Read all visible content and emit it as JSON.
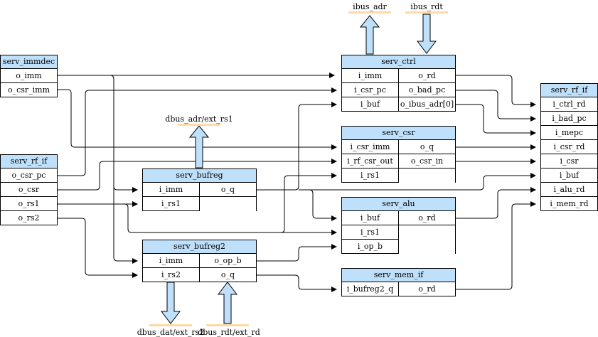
{
  "modules": {
    "serv_immdec": {
      "title": "serv_immdec",
      "outputs": [
        "o_imm",
        "o_csr_imm"
      ]
    },
    "serv_rf_if_left": {
      "title": "serv_rf_if",
      "outputs": [
        "o_csr_pc",
        "o_csr",
        "o_rs1",
        "o_rs2"
      ]
    },
    "serv_bufreg": {
      "title": "serv_bufreg",
      "inputs": [
        "i_imm",
        "i_rs1"
      ],
      "outputs": [
        "o_q"
      ]
    },
    "serv_bufreg2": {
      "title": "serv_bufreg2",
      "inputs": [
        "i_imm",
        "i_rs2"
      ],
      "outputs": [
        "o_op_b",
        "o_q"
      ]
    },
    "serv_ctrl": {
      "title": "serv_ctrl",
      "inputs": [
        "i_imm",
        "i_csr_pc",
        "i_buf"
      ],
      "outputs": [
        "o_rd",
        "o_bad_pc",
        "o_ibus_adr[0]"
      ]
    },
    "serv_csr": {
      "title": "serv_csr",
      "inputs": [
        "i_csr_imm",
        "i_rf_csr_out",
        "i_rs1"
      ],
      "outputs": [
        "o_q",
        "o_csr_in"
      ]
    },
    "serv_alu": {
      "title": "serv_alu",
      "inputs": [
        "i_buf",
        "i_rs1",
        "i_op_b"
      ],
      "outputs": [
        "o_rd"
      ]
    },
    "serv_mem_if": {
      "title": "serv_mem_if",
      "inputs": [
        "i_bufreg2_q"
      ],
      "outputs": [
        "o_rd"
      ]
    },
    "serv_rf_if_right": {
      "title": "serv_rf_if",
      "inputs": [
        "i_ctrl_rd",
        "i_bad_pc",
        "i_mepc",
        "i_csr_rd",
        "i_csr",
        "i_buf",
        "i_alu_rd",
        "i_mem_rd"
      ]
    }
  },
  "external": {
    "ibus_adr": "ibus_adr",
    "ibus_rdt": "ibus_rdt",
    "dbus_adr": "dbus_adr/ext_rs1",
    "dbus_dat": "dbus_dat/ext_rs2",
    "dbus_rdt": "dbus_rdt/ext_rd"
  },
  "colors": {
    "header": "#bfe0fb",
    "arrow_fill": "#bfe0fb",
    "ext_bar": "#ffd9a6",
    "line": "#000000"
  }
}
